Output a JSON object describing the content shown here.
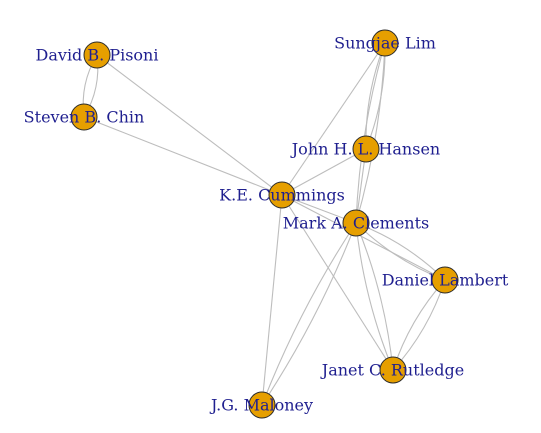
{
  "graph": {
    "colors": {
      "node_fill": "#e69f00",
      "node_stroke": "#2b2b2b",
      "edge": "#bdbdbd",
      "label": "#1f1f8f",
      "background": "#ffffff"
    },
    "nodes": [
      {
        "id": "pisoni",
        "label": "David B. Pisoni"
      },
      {
        "id": "chin",
        "label": "Steven B. Chin"
      },
      {
        "id": "lim",
        "label": "Sungjae Lim"
      },
      {
        "id": "hansen",
        "label": "John H. L. Hansen"
      },
      {
        "id": "cummings",
        "label": "K.E. Cummings"
      },
      {
        "id": "clements",
        "label": "Mark A. Clements"
      },
      {
        "id": "lambert",
        "label": "Daniel Lambert"
      },
      {
        "id": "rutledge",
        "label": "Janet C. Rutledge"
      },
      {
        "id": "maloney",
        "label": "J.G. Maloney"
      }
    ],
    "edges": [
      {
        "source": "pisoni",
        "target": "chin"
      },
      {
        "source": "pisoni",
        "target": "chin"
      },
      {
        "source": "pisoni",
        "target": "cummings"
      },
      {
        "source": "chin",
        "target": "cummings"
      },
      {
        "source": "lim",
        "target": "hansen"
      },
      {
        "source": "lim",
        "target": "hansen"
      },
      {
        "source": "lim",
        "target": "cummings"
      },
      {
        "source": "lim",
        "target": "clements"
      },
      {
        "source": "lim",
        "target": "clements"
      },
      {
        "source": "hansen",
        "target": "cummings"
      },
      {
        "source": "hansen",
        "target": "clements"
      },
      {
        "source": "cummings",
        "target": "clements"
      },
      {
        "source": "cummings",
        "target": "lambert"
      },
      {
        "source": "cummings",
        "target": "rutledge"
      },
      {
        "source": "cummings",
        "target": "maloney"
      },
      {
        "source": "clements",
        "target": "lambert"
      },
      {
        "source": "clements",
        "target": "lambert"
      },
      {
        "source": "clements",
        "target": "rutledge"
      },
      {
        "source": "clements",
        "target": "rutledge"
      },
      {
        "source": "clements",
        "target": "maloney"
      },
      {
        "source": "clements",
        "target": "maloney"
      },
      {
        "source": "lambert",
        "target": "rutledge"
      },
      {
        "source": "lambert",
        "target": "rutledge"
      }
    ]
  }
}
